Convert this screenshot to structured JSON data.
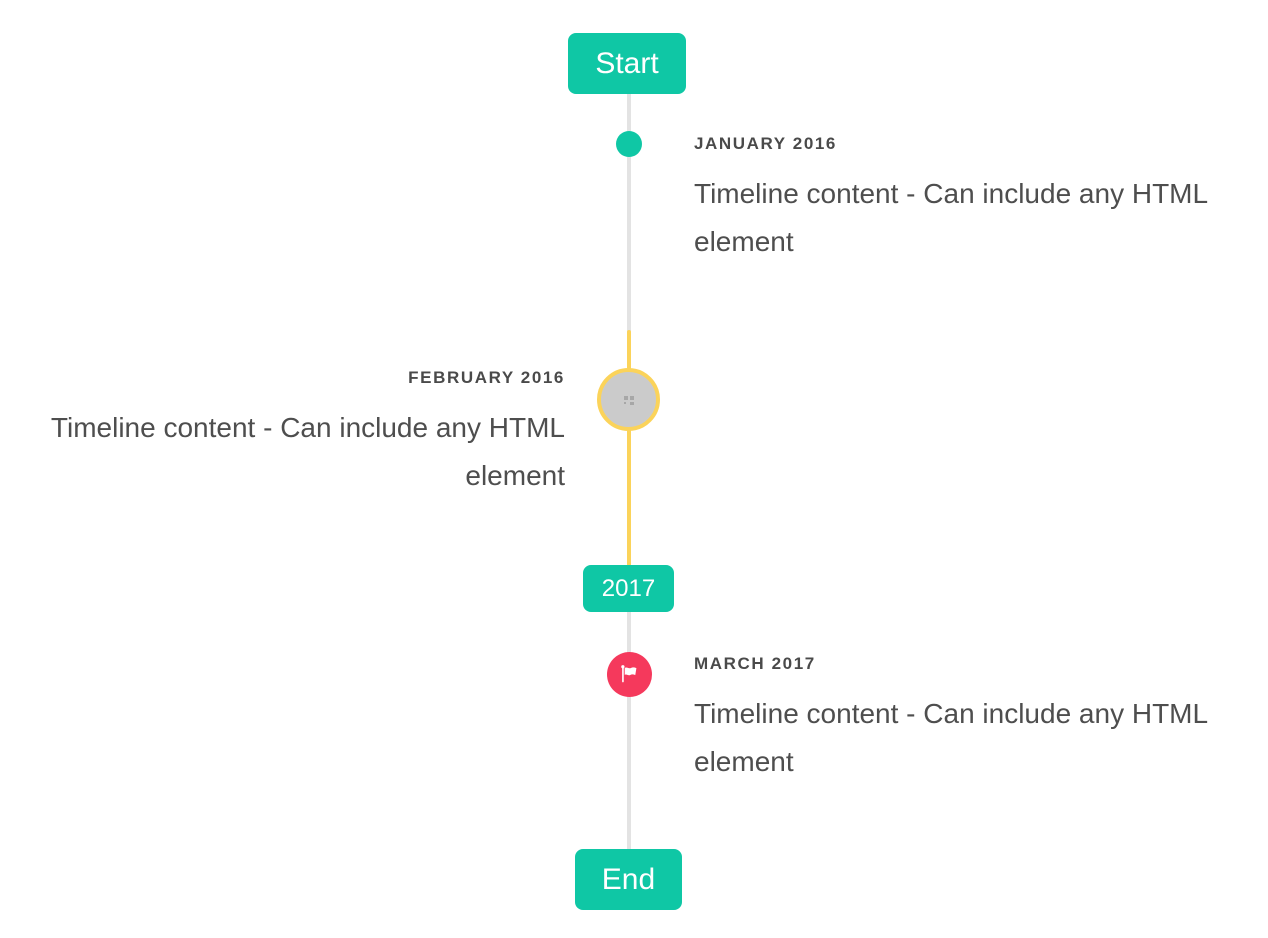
{
  "timeline": {
    "start_badge": "Start",
    "year_badge": "2017",
    "end_badge": "End",
    "entries": [
      {
        "title": "JANUARY 2016",
        "content": "Timeline content - Can include any HTML element",
        "side": "right",
        "marker": "teal-dot"
      },
      {
        "title": "FEBRUARY 2016",
        "content": "Timeline content - Can include any HTML element",
        "side": "left",
        "marker": "image-bullet-yellow-ring"
      },
      {
        "title": "MARCH 2017",
        "content": "Timeline content - Can include any HTML element",
        "side": "right",
        "marker": "red-flag-circle"
      }
    ],
    "colors": {
      "accent_teal": "#0fc7a5",
      "highlight_yellow": "#fbd35a",
      "flag_red": "#f5395c",
      "line_gray": "#e3e3e3",
      "bullet_fill": "#cbcbcb",
      "text": "#4e4e4e"
    }
  }
}
